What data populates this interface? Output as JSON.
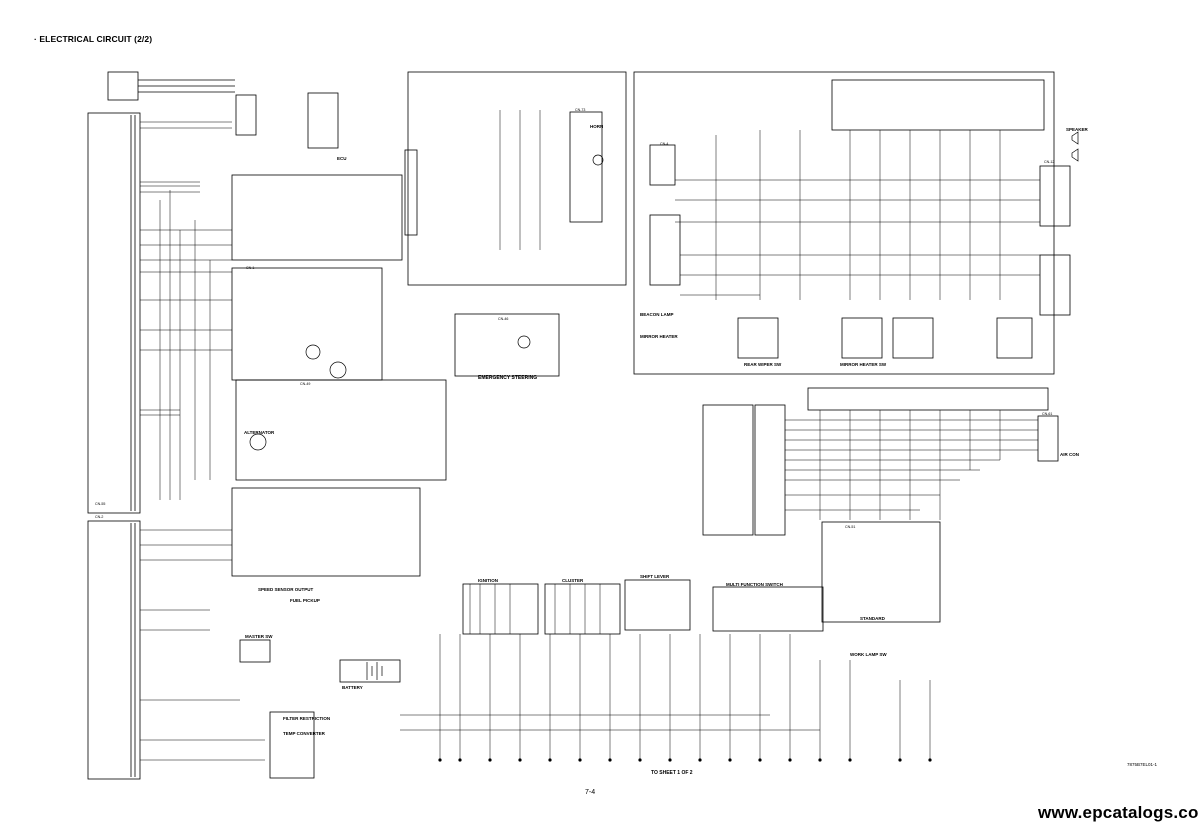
{
  "page_title": "· ELECTRICAL CIRCUIT (2/2)",
  "page_number": "7-4",
  "drawing_code": "7875B7EL01-1",
  "to_sheet": "TO SHEET 1 OF 2",
  "watermark": "www.epcatalogs.com",
  "labels": {
    "ecu": "ECU",
    "emergency_steering": "EMERGENCY STEERING",
    "horn": "HORN",
    "battery": "BATTERY",
    "ignition": "IGNITION",
    "cluster": "CLUSTER",
    "shift_lever": "SHIFT LEVER",
    "multi_function_switch": "MULTI FUNCTION SWITCH",
    "standard": "STANDARD",
    "air_con": "AIR CON",
    "speaker": "SPEAKER",
    "beacon_lamp": "BEACON LAMP",
    "mirror_heater": "MIRROR HEATER",
    "rear_wiper_sw": "REAR WIPER SW",
    "mirror_heater_sw": "MIRROR HEATER SW",
    "alternator": "ALTERNATOR",
    "master_sw": "MASTER SW",
    "speed_sensor_output": "SPEED SENSOR OUTPUT",
    "fuel_pickup": "FUEL PICKUP",
    "filter_restriction": "FILTER RESTRICTION",
    "temp_converter": "TEMP CONVERTER",
    "work_lamp_sw": "WORK LAMP SW"
  },
  "connectors": [
    "CN-55",
    "CN-2",
    "CN-4",
    "CN-51",
    "CN-61",
    "CN-73",
    "CN-49",
    "CN-1",
    "CN-12",
    "CN-46"
  ]
}
